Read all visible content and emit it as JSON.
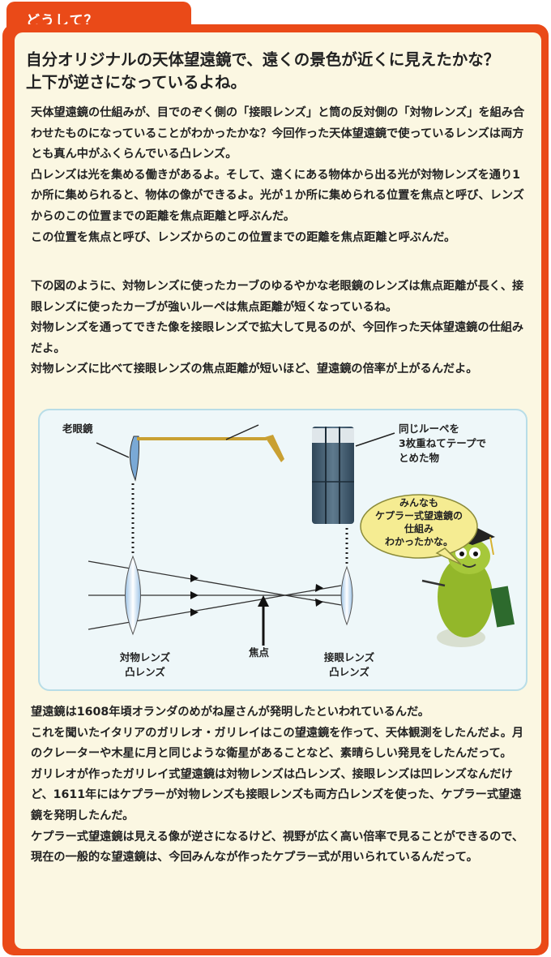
{
  "tab": {
    "label": "どうして？"
  },
  "heading": {
    "line1": "自分オリジナルの天体望遠鏡で、遠くの景色が近くに見えたかな？",
    "line2": "上下が逆さになっているよね。"
  },
  "section1": [
    "天体望遠鏡の仕組みが、目でのぞく側の「接眼レンズ」と筒の反対側の「対物レンズ」を組み合わせたものになっていることがわかったかな？今回作った天体望遠鏡で使っているレンズは両方とも真ん中がふくらんでいる凸レンズ。",
    "凸レンズは光を集める働きがあるよ。そして、遠くにある物体から出る光が対物レンズを通り1か所に集められると、物体の像ができるよ。光が１か所に集められる位置を焦点と呼び、レンズからのこの位置までの距離を焦点距離と呼ぶんだ。",
    "この位置を焦点と呼び、レンズからのこの位置までの距離を焦点距離と呼ぶんだ。"
  ],
  "section2": [
    "下の図のように、対物レンズに使ったカーブのゆるやかな老眼鏡のレンズは焦点距離が長く、接眼レンズに使ったカーブが強いルーペは焦点距離が短くなっているね。",
    "対物レンズを通ってできた像を接眼レンズで拡大して見るのが、今回作った天体望遠鏡の仕組みだよ。",
    "対物レンズに比べて接眼レンズの焦点距離が短いほど、望遠鏡の倍率が上がるんだよ。"
  ],
  "diagram": {
    "reading_glasses": "老眼鏡",
    "loupe_line1": "同じルーペを",
    "loupe_line2": "3枚重ねてテープで",
    "loupe_line3": "とめた物",
    "objective_line1": "対物レンズ",
    "objective_line2": "凸レンズ",
    "focus": "焦点",
    "eyepiece_line1": "接眼レンズ",
    "eyepiece_line2": "凸レンズ",
    "bubble_line1": "みんなも",
    "bubble_line2": "ケプラー式望遠鏡の",
    "bubble_line3": "仕組み",
    "bubble_line4": "わかったかな。"
  },
  "section3": [
    "望遠鏡は1608年頃オランダのめがね屋さんが発明したといわれているんだ。",
    "これを聞いたイタリアのガリレオ・ガリレイはこの望遠鏡を作って、天体観測をしたんだよ。月のクレーターや木星に月と同じような衛星があることなど、素晴らしい発見をしたんだって。",
    "ガリレオが作ったガリレイ式望遠鏡は対物レンズは凸レンズ、接眼レンズは凹レンズなんだけど、1611年にはケプラーが対物レンズも接眼レンズも両方凸レンズを使った、ケプラー式望遠鏡を発明したんだ。",
    "ケプラー式望遠鏡は見える像が逆さになるけど、視野が広く高い倍率で見ることができるので、現在の一般的な望遠鏡は、今回みんなが作ったケプラー式が用いられているんだって。"
  ]
}
